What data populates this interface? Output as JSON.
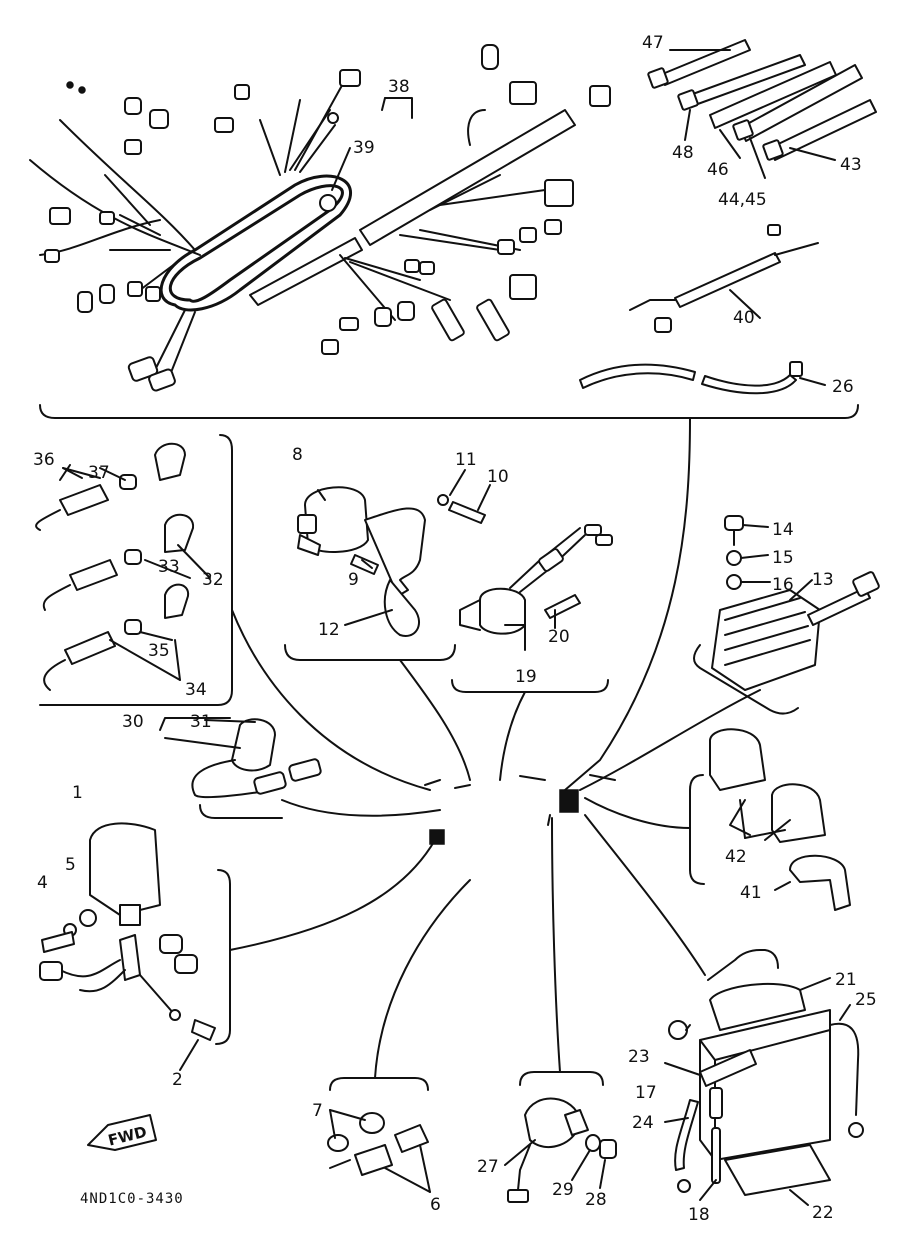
{
  "diagram_code": "4ND1C0-3430",
  "fwd_label": "FWD",
  "labels": {
    "l1": "1",
    "l2": "2",
    "l4": "4",
    "l5": "5",
    "l6": "6",
    "l7": "7",
    "l8": "8",
    "l9": "9",
    "l10": "10",
    "l11": "11",
    "l12": "12",
    "l13": "13",
    "l14": "14",
    "l15": "15",
    "l16": "16",
    "l17": "17",
    "l18": "18",
    "l19": "19",
    "l20": "20",
    "l21": "21",
    "l22": "22",
    "l23": "23",
    "l24": "24",
    "l25": "25",
    "l26": "26",
    "l27": "27",
    "l28": "28",
    "l29": "29",
    "l30": "30",
    "l31": "31",
    "l32": "32",
    "l33": "33",
    "l34": "34",
    "l35": "35",
    "l36": "36",
    "l37": "37",
    "l38": "38",
    "l39": "39",
    "l40": "40",
    "l41": "41",
    "l42": "42",
    "l43": "43",
    "l4445": "44,45",
    "l46": "46",
    "l47": "47",
    "l48": "48"
  }
}
